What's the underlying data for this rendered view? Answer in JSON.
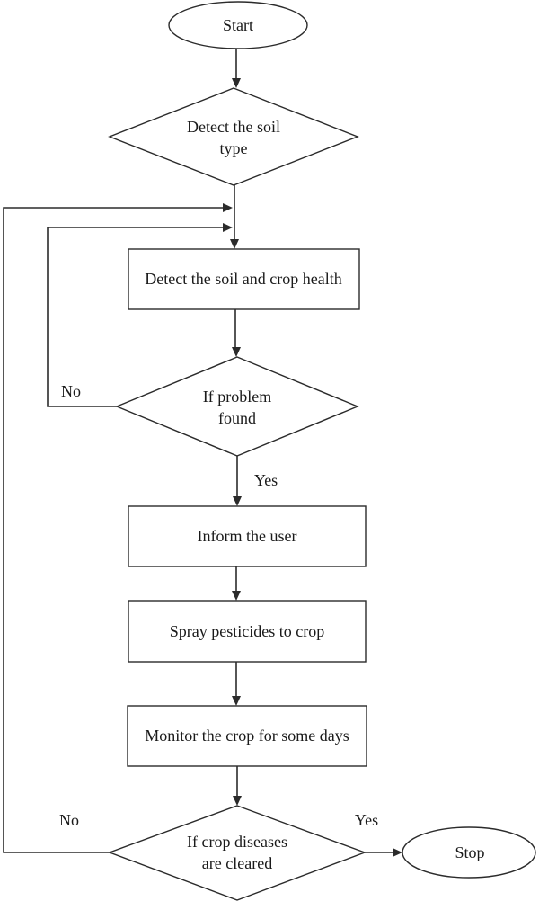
{
  "figure": {
    "type": "flowchart",
    "background_color": "#ffffff",
    "line_color": "#2b2b2b",
    "text_color": "#1a1a1a",
    "nodes": {
      "start": {
        "shape": "terminator",
        "label": "Start"
      },
      "detect_soil_type": {
        "shape": "decision",
        "line1": "Detect the soil",
        "line2": "type"
      },
      "detect_soil_crop_health": {
        "shape": "process",
        "label": "Detect the soil and crop health"
      },
      "if_problem_found": {
        "shape": "decision",
        "line1": "If problem",
        "line2": "found"
      },
      "inform_user": {
        "shape": "process",
        "label": "Inform the user"
      },
      "spray_pesticides": {
        "shape": "process",
        "label": "Spray pesticides to crop"
      },
      "monitor_crop": {
        "shape": "process",
        "label": "Monitor the crop for some days"
      },
      "if_diseases_cleared": {
        "shape": "decision",
        "line1": "If crop diseases",
        "line2": "are cleared"
      },
      "stop": {
        "shape": "terminator",
        "label": "Stop"
      }
    },
    "edge_labels": {
      "if_problem_no": "No",
      "if_problem_yes": "Yes",
      "if_cleared_no": "No",
      "if_cleared_yes": "Yes"
    },
    "edges": [
      {
        "from": "start",
        "to": "detect_soil_type"
      },
      {
        "from": "detect_soil_type",
        "to": "detect_soil_crop_health"
      },
      {
        "from": "detect_soil_crop_health",
        "to": "if_problem_found"
      },
      {
        "from": "if_problem_found",
        "to": "detect_soil_crop_health",
        "label": "No"
      },
      {
        "from": "if_problem_found",
        "to": "inform_user",
        "label": "Yes"
      },
      {
        "from": "inform_user",
        "to": "spray_pesticides"
      },
      {
        "from": "spray_pesticides",
        "to": "monitor_crop"
      },
      {
        "from": "monitor_crop",
        "to": "if_diseases_cleared"
      },
      {
        "from": "if_diseases_cleared",
        "to": "detect_soil_crop_health",
        "label": "No"
      },
      {
        "from": "if_diseases_cleared",
        "to": "stop",
        "label": "Yes"
      }
    ]
  }
}
